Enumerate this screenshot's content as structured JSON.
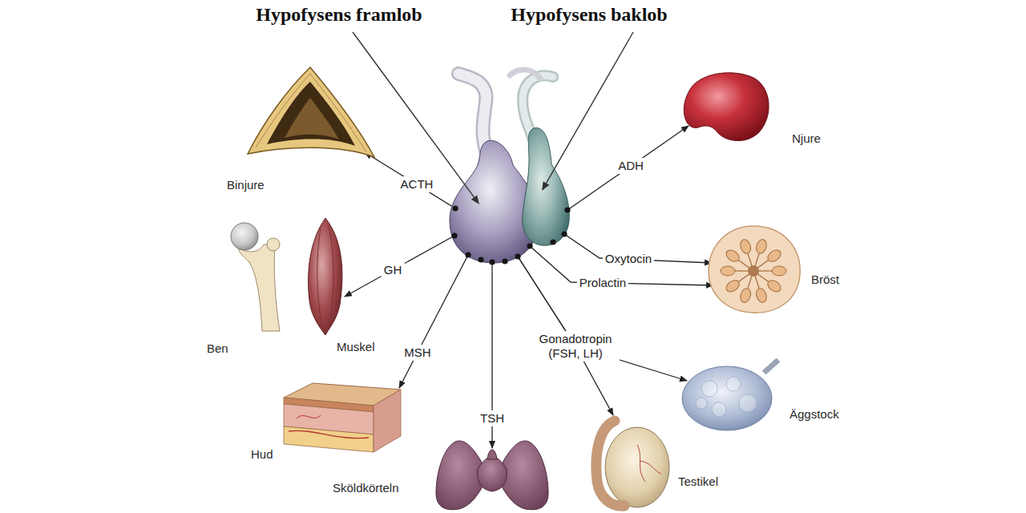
{
  "diagram": {
    "nodes": [
      {
        "text": [
          "Hypofysens framlob"
        ]
      },
      {
        "text": [
          "Hypofysens baklob"
        ]
      },
      {
        "text": [
          "Binjure"
        ]
      },
      {
        "text": [
          "Njure"
        ]
      },
      {
        "text": [
          "Ben"
        ]
      },
      {
        "text": [
          "Muskel"
        ]
      },
      {
        "text": [
          "Bröst"
        ]
      },
      {
        "text": [
          "Hud"
        ]
      },
      {
        "text": [
          "Äggstock"
        ]
      },
      {
        "text": [
          "Sköldkörteln"
        ]
      },
      {
        "text": [
          "Testikel"
        ]
      }
    ],
    "edges": [
      {
        "from": 0,
        "to": 2,
        "label": "ACTH",
        "arrow": "to"
      },
      {
        "from": 0,
        "to": 5,
        "label": "GH",
        "arrow": "to"
      },
      {
        "from": 0,
        "to": 7,
        "label": "MSH",
        "arrow": "to"
      },
      {
        "from": 0,
        "to": 9,
        "label": "TSH",
        "arrow": "to"
      },
      {
        "from": 0,
        "to": 10,
        "label": "Gonadotropin (FSH, LH)",
        "arrow": "to"
      },
      {
        "from": 0,
        "to": 8,
        "arrow": "to"
      },
      {
        "from": 0,
        "to": 6,
        "label": "Prolactin",
        "arrow": "to"
      },
      {
        "from": 1,
        "to": 6,
        "label": "Oxytocin",
        "arrow": "to"
      },
      {
        "from": 1,
        "to": 3,
        "label": "ADH",
        "arrow": "to"
      }
    ]
  }
}
